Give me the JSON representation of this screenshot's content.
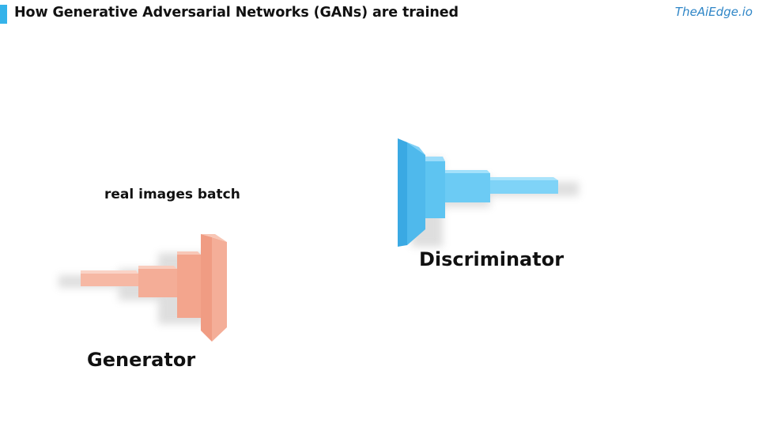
{
  "header": {
    "title": "How Generative Adversarial Networks (GANs) are trained",
    "brand": "TheAiEdge.io"
  },
  "diagram": {
    "data_label": "real images batch",
    "discriminator_label": "Discriminator",
    "generator_label": "Generator"
  },
  "colors": {
    "accent": "#35b3ea",
    "discriminator": "#5cc2f0",
    "generator": "#f5b3a0",
    "brand": "#2f86c7"
  }
}
